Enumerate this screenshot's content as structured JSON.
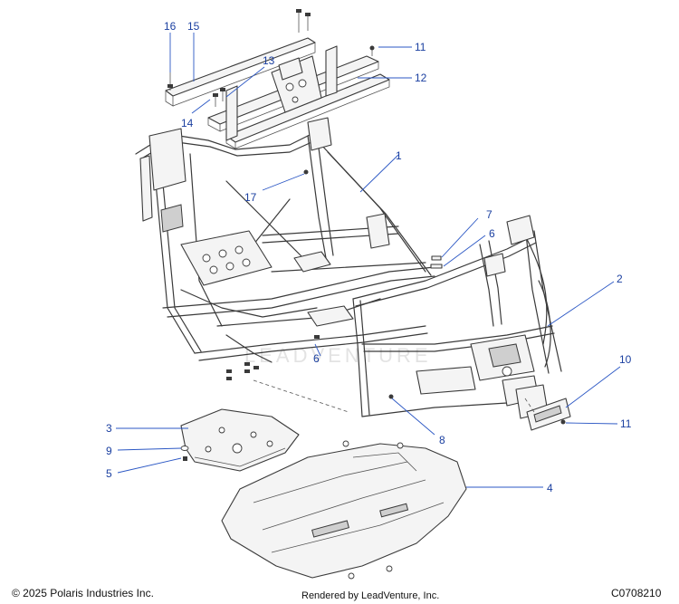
{
  "callouts": [
    {
      "id": "c16",
      "label": "16"
    },
    {
      "id": "c15",
      "label": "15"
    },
    {
      "id": "c11a",
      "label": "11"
    },
    {
      "id": "c13",
      "label": "13"
    },
    {
      "id": "c12",
      "label": "12"
    },
    {
      "id": "c14",
      "label": "14"
    },
    {
      "id": "c1",
      "label": "1"
    },
    {
      "id": "c17",
      "label": "17"
    },
    {
      "id": "c7",
      "label": "7"
    },
    {
      "id": "c6a",
      "label": "6"
    },
    {
      "id": "c2",
      "label": "2"
    },
    {
      "id": "c6b",
      "label": "6"
    },
    {
      "id": "c10",
      "label": "10"
    },
    {
      "id": "c3",
      "label": "3"
    },
    {
      "id": "c8",
      "label": "8"
    },
    {
      "id": "c11b",
      "label": "11"
    },
    {
      "id": "c9",
      "label": "9"
    },
    {
      "id": "c5",
      "label": "5"
    },
    {
      "id": "c4",
      "label": "4"
    }
  ],
  "watermark": "LEADVENTURE",
  "footer": {
    "copyright": "© 2025 Polaris Industries Inc.",
    "rendered_by": "Rendered by LeadVenture, Inc.",
    "diagram_code": "C0708210"
  },
  "colors": {
    "callout": "#1a3fa0",
    "leader": "#2b57c4",
    "line_art": "#3a3a3a"
  }
}
